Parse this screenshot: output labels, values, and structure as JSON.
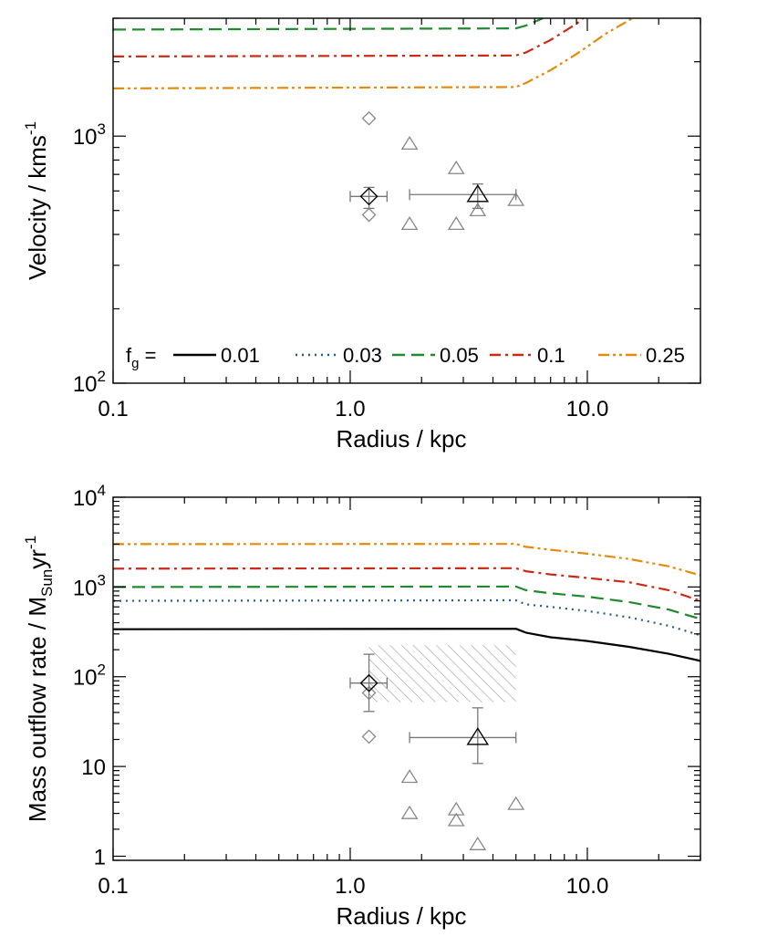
{
  "chart_data": [
    {
      "type": "line",
      "xscale": "log",
      "yscale": "log",
      "xlim": [
        0.1,
        30
      ],
      "ylim": [
        100,
        3000
      ],
      "xlabel": "Radius / kpc",
      "ylabel": "Velocity / kms",
      "ylabel_sup": "-1",
      "xticks": [
        {
          "value": 0.1,
          "label": "0.1"
        },
        {
          "value": 1,
          "label": "1.0"
        },
        {
          "value": 10,
          "label": "10.0"
        }
      ],
      "yticks": [
        {
          "value": 100,
          "base": "10",
          "exp": "2"
        },
        {
          "value": 1000,
          "base": "10",
          "exp": "3"
        }
      ],
      "legend": {
        "title": "f",
        "title_sub": "g",
        "title_suffix": " =",
        "placement": "bottom",
        "entries": [
          "0.01",
          "0.03",
          "0.05",
          "0.1",
          "0.25"
        ]
      },
      "series": [
        {
          "name": "0.01",
          "color": "#000000",
          "dash": "solid",
          "visible": false,
          "points": []
        },
        {
          "name": "0.03",
          "color": "#1f5e8f",
          "dash": "dot",
          "visible": false,
          "points": []
        },
        {
          "name": "0.05",
          "color": "#1f8b2c",
          "dash": "dash",
          "points": [
            [
              0.1,
              2700
            ],
            [
              5.0,
              2730
            ],
            [
              5.5,
              2800
            ],
            [
              6.5,
              3000
            ]
          ]
        },
        {
          "name": "0.1",
          "color": "#cc2a14",
          "dash": "dashdot",
          "points": [
            [
              0.1,
              2100
            ],
            [
              5.0,
              2120
            ],
            [
              5.5,
              2180
            ],
            [
              7.0,
              2450
            ],
            [
              9.0,
              2850
            ],
            [
              9.6,
              3000
            ]
          ]
        },
        {
          "name": "0.25",
          "color": "#e58a0c",
          "dash": "dashdotdot",
          "points": [
            [
              0.1,
              1560
            ],
            [
              5.0,
              1580
            ],
            [
              5.5,
              1640
            ],
            [
              7.0,
              1850
            ],
            [
              9.0,
              2150
            ],
            [
              12.0,
              2600
            ],
            [
              15.5,
              3000
            ]
          ]
        }
      ],
      "scatter": [
        {
          "marker": "diamond",
          "color": "#888888",
          "size": 12,
          "points": [
            [
              1.2,
              1180
            ],
            [
              1.2,
              480
            ]
          ]
        },
        {
          "marker": "triangle",
          "color": "#888888",
          "size": 13,
          "points": [
            [
              1.78,
              930
            ],
            [
              1.78,
              440
            ],
            [
              2.8,
              740
            ],
            [
              2.8,
              440
            ],
            [
              3.45,
              500
            ],
            [
              5.0,
              550
            ]
          ]
        }
      ],
      "errorbars": [
        {
          "marker": "diamond",
          "color": "#000000",
          "x": 1.2,
          "y": 570,
          "xerr": [
            1.0,
            1.43
          ],
          "yerr": [
            510,
            620
          ]
        },
        {
          "marker": "triangle",
          "color": "#000000",
          "x": 3.45,
          "y": 580,
          "xerr": [
            1.78,
            5.0
          ],
          "yerr": [
            510,
            640
          ]
        }
      ]
    },
    {
      "type": "line",
      "xscale": "log",
      "yscale": "log",
      "xlim": [
        0.1,
        30
      ],
      "ylim": [
        0.9,
        10000
      ],
      "xlabel": "Radius / kpc",
      "ylabel": "Mass outflow rate / M",
      "ylabel_sub": "Sun",
      "ylabel_suffix": "yr",
      "ylabel_sup": "-1",
      "xticks": [
        {
          "value": 0.1,
          "label": "0.1"
        },
        {
          "value": 1,
          "label": "1.0"
        },
        {
          "value": 10,
          "label": "10.0"
        }
      ],
      "yticks": [
        {
          "value": 1,
          "label": "1"
        },
        {
          "value": 10,
          "label": "10"
        },
        {
          "value": 100,
          "base": "10",
          "exp": "2"
        },
        {
          "value": 1000,
          "base": "10",
          "exp": "3"
        },
        {
          "value": 10000,
          "base": "10",
          "exp": "4"
        }
      ],
      "series": [
        {
          "name": "0.01",
          "color": "#000000",
          "dash": "solid",
          "points": [
            [
              0.1,
              338
            ],
            [
              5.0,
              342
            ],
            [
              5.5,
              310
            ],
            [
              7.0,
              275
            ],
            [
              10.0,
              250
            ],
            [
              15.0,
              215
            ],
            [
              22.0,
              180
            ],
            [
              30.0,
              150
            ]
          ]
        },
        {
          "name": "0.03",
          "color": "#1f5e8f",
          "dash": "dot",
          "points": [
            [
              0.1,
              700
            ],
            [
              5.0,
              710
            ],
            [
              5.5,
              640
            ],
            [
              7.0,
              600
            ],
            [
              10.0,
              540
            ],
            [
              15.0,
              460
            ],
            [
              22.0,
              370
            ],
            [
              30.0,
              290
            ]
          ]
        },
        {
          "name": "0.05",
          "color": "#1f8b2c",
          "dash": "dash",
          "points": [
            [
              0.1,
              1000
            ],
            [
              5.0,
              1010
            ],
            [
              5.5,
              920
            ],
            [
              7.0,
              850
            ],
            [
              10.0,
              780
            ],
            [
              15.0,
              680
            ],
            [
              22.0,
              560
            ],
            [
              30.0,
              440
            ]
          ]
        },
        {
          "name": "0.1",
          "color": "#cc2a14",
          "dash": "dashdot",
          "points": [
            [
              0.1,
              1600
            ],
            [
              5.0,
              1620
            ],
            [
              5.5,
              1500
            ],
            [
              7.0,
              1380
            ],
            [
              10.0,
              1260
            ],
            [
              15.0,
              1130
            ],
            [
              22.0,
              920
            ],
            [
              30.0,
              700
            ]
          ]
        },
        {
          "name": "0.25",
          "color": "#e58a0c",
          "dash": "dashdotdot",
          "points": [
            [
              0.1,
              3000
            ],
            [
              5.0,
              3020
            ],
            [
              5.5,
              2800
            ],
            [
              7.0,
              2600
            ],
            [
              10.0,
              2350
            ],
            [
              15.0,
              2050
            ],
            [
              22.0,
              1700
            ],
            [
              30.0,
              1350
            ]
          ]
        }
      ],
      "hatched_region": {
        "x": [
          1.2,
          5.0
        ],
        "y": [
          52,
          225
        ],
        "color": "#999999"
      },
      "scatter": [
        {
          "marker": "diamond",
          "color": "#888888",
          "size": 12,
          "points": [
            [
              1.2,
              66
            ],
            [
              1.2,
              21.5
            ]
          ]
        },
        {
          "marker": "triangle",
          "color": "#888888",
          "size": 13,
          "points": [
            [
              1.78,
              7.6
            ],
            [
              1.78,
              3.0
            ],
            [
              2.8,
              3.3
            ],
            [
              2.8,
              2.5
            ],
            [
              3.45,
              1.35
            ],
            [
              5.0,
              3.8
            ]
          ]
        }
      ],
      "errorbars": [
        {
          "marker": "diamond",
          "color": "#000000",
          "x": 1.2,
          "y": 85,
          "xerr": [
            1.0,
            1.43
          ],
          "yerr": [
            41,
            178
          ]
        },
        {
          "marker": "triangle",
          "color": "#000000",
          "x": 3.45,
          "y": 21,
          "xerr": [
            1.78,
            5.0
          ],
          "yerr": [
            10.8,
            45
          ]
        }
      ]
    }
  ]
}
